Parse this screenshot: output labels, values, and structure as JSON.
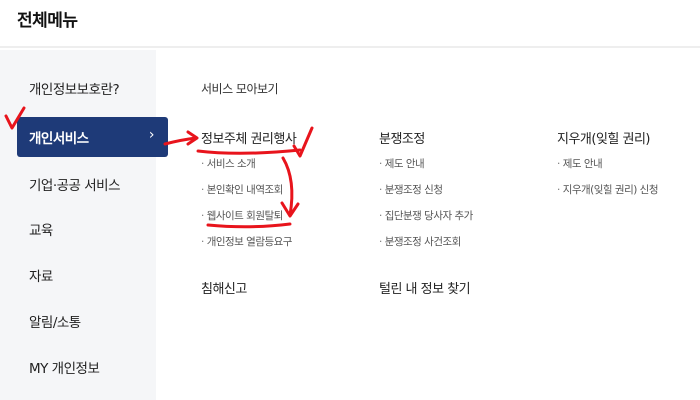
{
  "header": {
    "title": "전체메뉴"
  },
  "sidebar": {
    "items": [
      {
        "label": "개인정보보호란?",
        "active": false
      },
      {
        "label": "개인서비스",
        "active": true,
        "chevron": "›"
      },
      {
        "label": "기업·공공 서비스",
        "active": false
      },
      {
        "label": "교육",
        "active": false
      },
      {
        "label": "자료",
        "active": false
      },
      {
        "label": "알림/소통",
        "active": false
      },
      {
        "label": "MY 개인정보",
        "active": false
      }
    ]
  },
  "content": {
    "section_title": "서비스 모아보기",
    "columns": [
      {
        "title": "정보주체 권리행사",
        "items": [
          "서비스 소개",
          "본인확인 내역조회",
          "웹사이트 회원탈퇴",
          "개인정보 열람등요구"
        ]
      },
      {
        "title": "분쟁조정",
        "items": [
          "제도 안내",
          "분쟁조정 신청",
          "집단분쟁 당사자 추가",
          "분쟁조정 사건조회"
        ]
      },
      {
        "title": "지우개(잊힐 권리)",
        "items": [
          "제도 안내",
          "지우개(잊힐 권리) 신청"
        ]
      }
    ],
    "bottom_links": [
      "침해신고",
      "털린 내 정보 찾기"
    ]
  },
  "colors": {
    "active_bg": "#1e3a78",
    "sidebar_bg": "#f5f6f8",
    "annotation": "#e8141c"
  }
}
